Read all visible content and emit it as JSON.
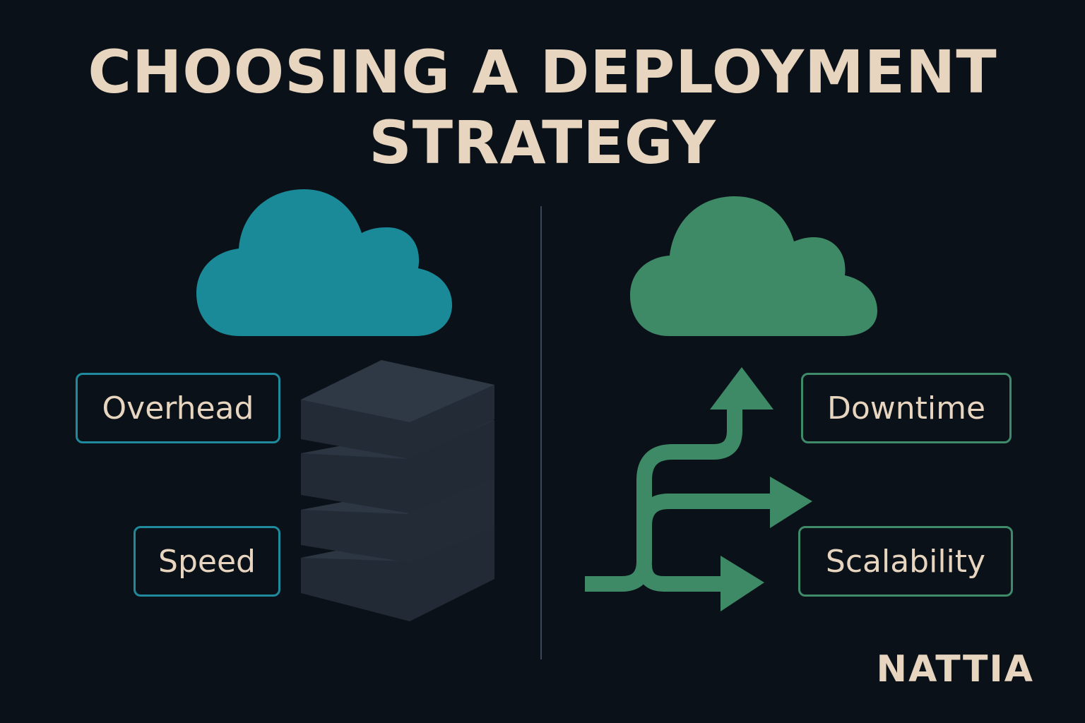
{
  "title": {
    "line1": "CHOOSING A DEPLOYMENT",
    "line2": "STRATEGY"
  },
  "left_labels": {
    "overhead": "Overhead",
    "speed": "Speed"
  },
  "right_labels": {
    "downtime": "Downtime",
    "scalability": "Scalability"
  },
  "brand": "NATTIA",
  "colors": {
    "background": "#0b1118",
    "text": "#e7d5bf",
    "teal": "#1a8a99",
    "green": "#3e8a66",
    "server": "#262f3b"
  },
  "icons": [
    "cloud-icon",
    "server-stack-icon",
    "cloud-icon",
    "branching-arrows-icon"
  ]
}
